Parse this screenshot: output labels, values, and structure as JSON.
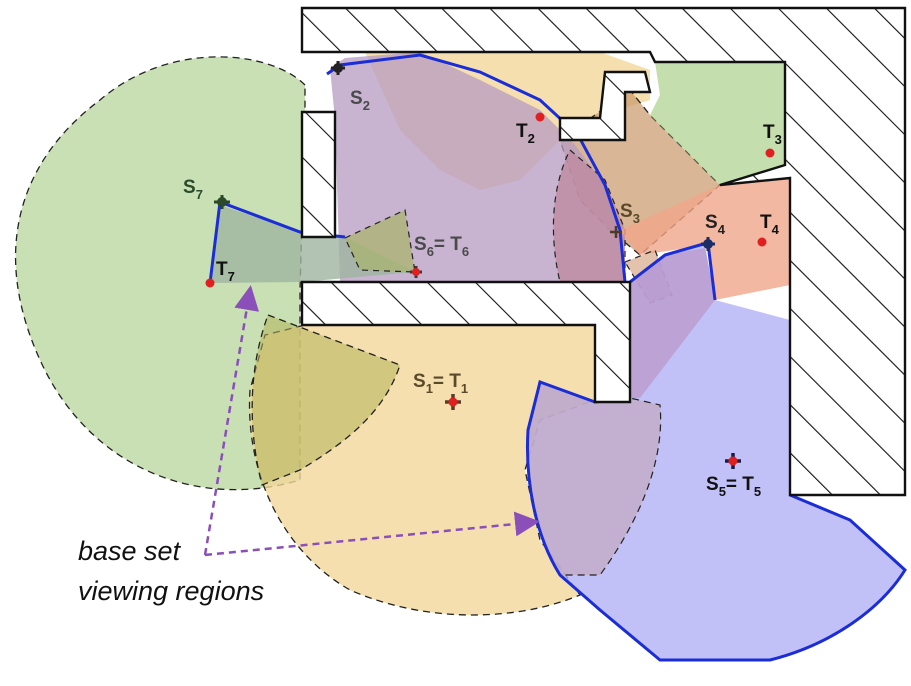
{
  "colors": {
    "green_region": "#b5d69a",
    "orange_region": "#f3d79a",
    "purple_region": "#b59bc2",
    "blue_region": "#b0b0f5",
    "salmon_region": "#f0a68a",
    "olive_region": "#b2b35a",
    "mauve_region": "#bf8ba1",
    "gray_green_region": "#9fb4a0",
    "visibility_outline": "#1a2dd6",
    "guard_point": "#e02020",
    "annotation_arrow": "#8a4fb8"
  },
  "labels": {
    "s1": {
      "main": "S",
      "sub": "1",
      "eq": "= ",
      "t": "T",
      "tsub": "1"
    },
    "s2": {
      "main": "S",
      "sub": "2"
    },
    "s3": {
      "main": "S",
      "sub": "3"
    },
    "s4": {
      "main": "S",
      "sub": "4"
    },
    "s5": {
      "main": "S",
      "sub": "5",
      "eq": "= ",
      "t": "T",
      "tsub": "5"
    },
    "s6": {
      "main": "S",
      "sub": "6",
      "eq": "= ",
      "t": "T",
      "tsub": "6"
    },
    "s7": {
      "main": "S",
      "sub": "7"
    },
    "t2": {
      "main": "T",
      "sub": "2"
    },
    "t3": {
      "main": "T",
      "sub": "3"
    },
    "t4": {
      "main": "T",
      "sub": "4"
    },
    "t7": {
      "main": "T",
      "sub": "7"
    }
  },
  "annotation": {
    "line1": "base set",
    "line2": "viewing regions"
  }
}
